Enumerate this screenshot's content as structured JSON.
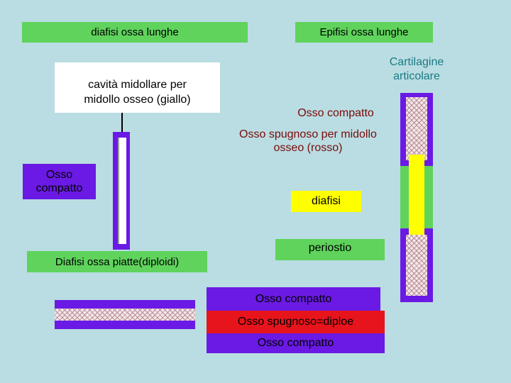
{
  "labels": {
    "diafisi_header": "diafisi ossa lunghe",
    "epifisi_header": "Epifisi ossa lunghe",
    "cavita": "cavità midollare per midollo osseo (giallo)",
    "cartilagine": "Cartilagine articolare",
    "osso_compatto_top": "Osso compatto",
    "osso_spugnoso": "Osso spugnoso per midollo osseo (rosso)",
    "osso_compatto_left": "Osso compatto",
    "diafisi": "diafisi",
    "periostio": "periostio",
    "diafisi_piatte": "Diafisi ossa piatte(diploidi)",
    "flat_compatto_top": "Osso compatto",
    "flat_spugnoso": "Osso spugnoso=diploe",
    "flat_compatto_bottom": "Osso compatto"
  },
  "colors": {
    "background": "#b9dde2",
    "green": "#5fd35c",
    "purple": "#6a1ae4",
    "yellow": "#ffff00",
    "red": "#e8141c",
    "white": "#ffffff",
    "dark_red_text": "#7a0a0a",
    "teal_text": "#1a7a84"
  }
}
